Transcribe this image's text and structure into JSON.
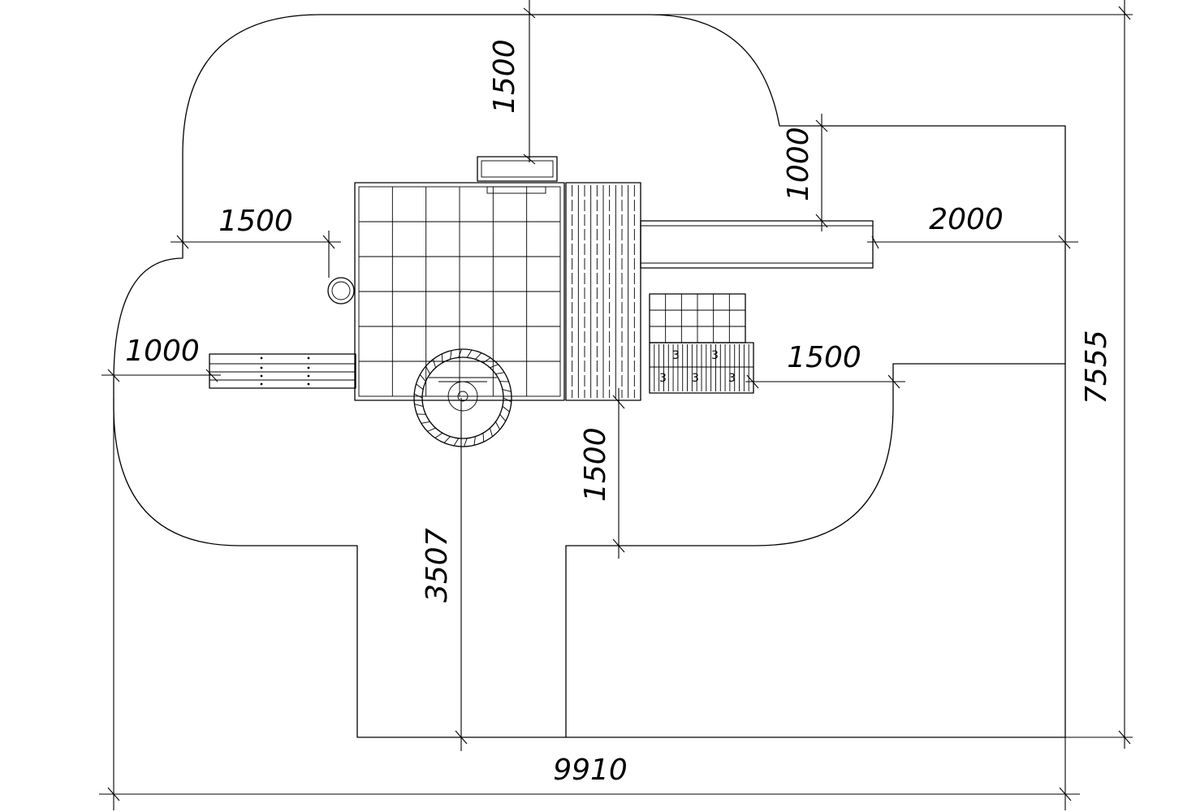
{
  "diagram": {
    "kind": "playground-layout-plan",
    "stroke_color": "#000000",
    "background": "#ffffff",
    "dimensions": {
      "top_safety": "1500",
      "right_top_safety": "1000",
      "slide_safety": "2000",
      "left_top_safety": "1500",
      "left_bench_safety": "1000",
      "right_stairs_safety": "1500",
      "bottom_deck_safety": "1500",
      "bottom_vertical": "3507",
      "total_height": "7555",
      "total_width": "9910"
    }
  }
}
